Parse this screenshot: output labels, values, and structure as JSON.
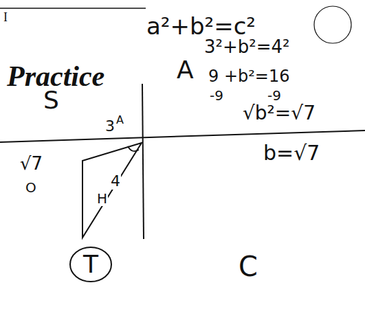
{
  "diagram": {
    "title": "Practice",
    "nodes": [
      {
        "text": [
          "T"
        ]
      }
    ],
    "labels": [
      "I",
      "a²+b²=c²",
      "A",
      "3²+b²=4²",
      "9 +b²=16",
      "-9",
      "-9",
      "√b²=√7",
      "b=√7",
      "S",
      "3",
      "A",
      "√7",
      "O",
      "4",
      "H",
      "C"
    ]
  }
}
